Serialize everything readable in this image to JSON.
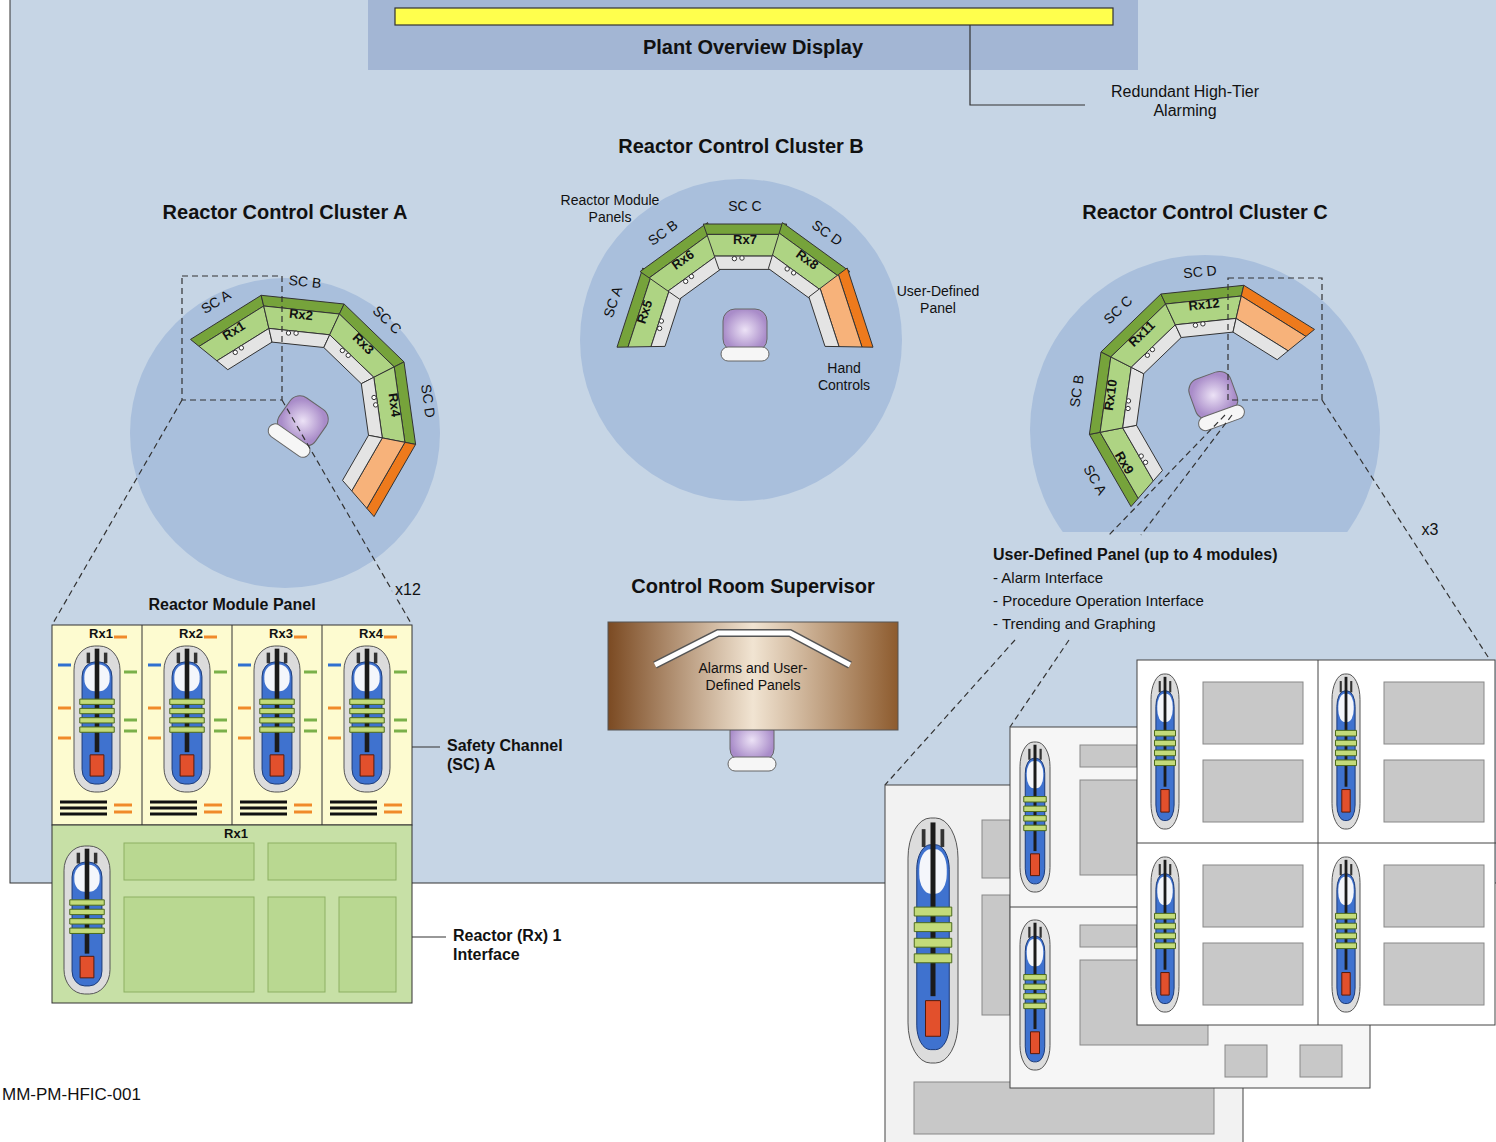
{
  "diagram": {
    "nodes": [
      {
        "text": [
          "Plant Overview Display"
        ]
      },
      {
        "text": [
          "Reactor Control Cluster A"
        ]
      },
      {
        "text": [
          "Reactor Control Cluster B"
        ]
      },
      {
        "text": [
          "Reactor Control Cluster C"
        ]
      },
      {
        "text": [
          "Rx1"
        ],
        "in": 1
      },
      {
        "text": [
          "Rx2"
        ],
        "in": 1
      },
      {
        "text": [
          "Rx3"
        ],
        "in": 1
      },
      {
        "text": [
          "Rx4"
        ],
        "in": 1
      },
      {
        "text": [
          "Rx5"
        ],
        "in": 2
      },
      {
        "text": [
          "Rx6"
        ],
        "in": 2
      },
      {
        "text": [
          "Rx7"
        ],
        "in": 2
      },
      {
        "text": [
          "Rx8"
        ],
        "in": 2
      },
      {
        "text": [
          "Rx9"
        ],
        "in": 3
      },
      {
        "text": [
          "Rx10"
        ],
        "in": 3
      },
      {
        "text": [
          "Rx11"
        ],
        "in": 3
      },
      {
        "text": [
          "Rx12"
        ],
        "in": 3
      },
      {
        "text": [
          "Control Room Supervisor",
          "Alarms and User-Defined Panels"
        ]
      },
      {
        "text": [
          "Reactor Module Panel"
        ]
      },
      {
        "text": [
          "Rx1"
        ],
        "in": 17
      },
      {
        "text": [
          "Rx2"
        ],
        "in": 17
      },
      {
        "text": [
          "Rx3"
        ],
        "in": 17
      },
      {
        "text": [
          "Rx4"
        ],
        "in": 17
      },
      {
        "text": [
          "Rx1"
        ],
        "in": 17
      }
    ],
    "labels": [
      "Redundant High-Tier Alarming",
      "SC A",
      "SC B",
      "SC C",
      "SC D",
      "SC A",
      "SC B",
      "SC C",
      "SC D",
      "SC A",
      "SC B",
      "SC C",
      "SC D",
      "Reactor Module Panels",
      "User-Defined Panel",
      "Hand Controls",
      "x12",
      "x3",
      "Safety Channel (SC) A",
      "Reactor (Rx) 1 Interface",
      "User-Defined Panel (up to 4 modules)",
      "- Alarm Interface",
      "- Procedure Operation Interface",
      "- Trending and Graphing",
      "MM-PM-HFIC-001"
    ]
  }
}
